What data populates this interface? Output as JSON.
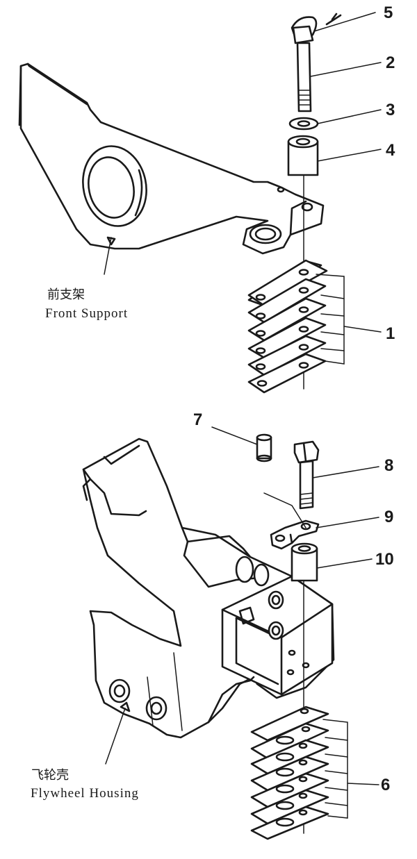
{
  "callouts": {
    "c1": "1",
    "c2": "2",
    "c3": "3",
    "c4": "4",
    "c5": "5",
    "c6": "6",
    "c7": "7",
    "c8": "8",
    "c9": "9",
    "c10": "10"
  },
  "front_support": {
    "label_zh": "前支架",
    "label_en": "Front Support"
  },
  "flywheel_housing": {
    "label_zh": "飞轮壳",
    "label_en": "Flywheel Housing"
  }
}
